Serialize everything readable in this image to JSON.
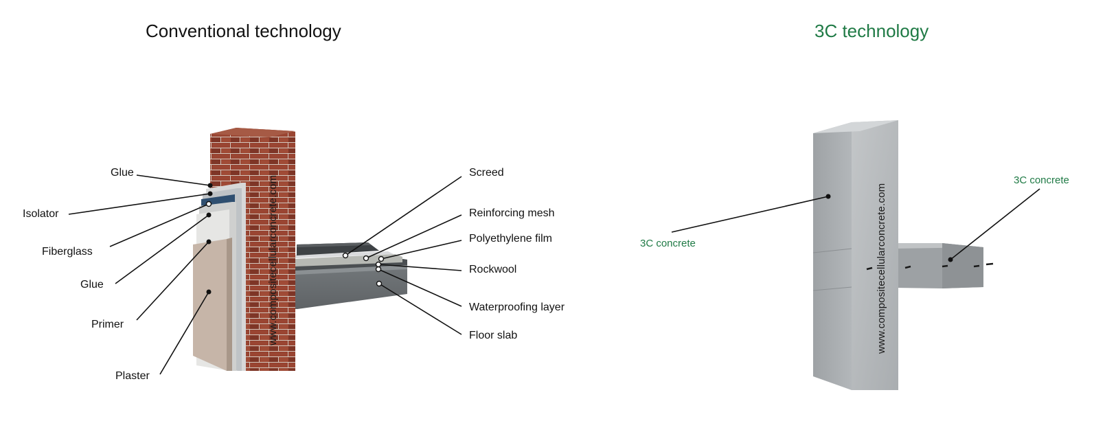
{
  "titles": {
    "conventional": "Conventional technology",
    "threec": "3C technology"
  },
  "conventional": {
    "left_labels": {
      "glue_top": "Glue",
      "isolator": "Isolator",
      "fiberglass": "Fiberglass",
      "glue_bottom": "Glue",
      "primer": "Primer",
      "plaster": "Plaster"
    },
    "right_labels": {
      "screed": "Screed",
      "reinforcing_mesh": "Reinforcing mesh",
      "polyethylene_film": "Polyethylene film",
      "rockwool": "Rockwool",
      "waterproofing_layer": "Waterproofing layer",
      "floor_slab": "Floor slab"
    },
    "watermark": "www.compositecellularconcrete.com"
  },
  "threec": {
    "label_wall": "3C concrete",
    "label_slab": "3C concrete",
    "watermark": "www.compositecellularconcrete.com"
  },
  "colors": {
    "title_green": "#1f7a45",
    "brick": "#8a3b2a",
    "concrete": "#b9bcbf",
    "plaster": "#c6b5a8",
    "isolator_blue": "#2f4f70"
  }
}
